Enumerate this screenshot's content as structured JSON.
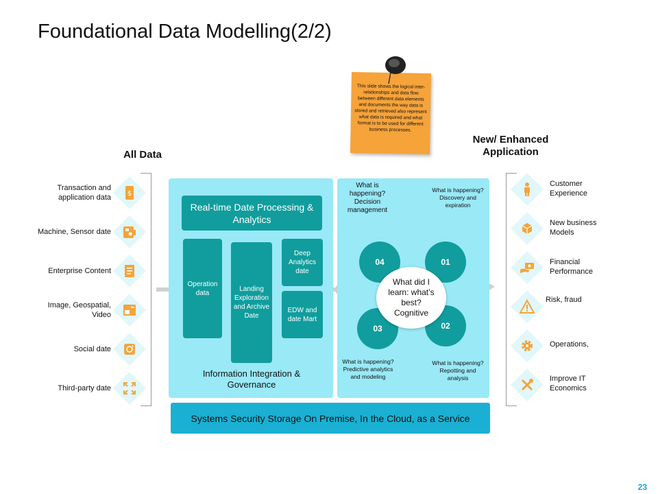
{
  "title": "Foundational Data Modelling(2/2)",
  "page_number": "23",
  "note": "This slide shows the logical inter-relationships and data flow between different data elements and documents the way data is stored and retrieved also represent what data is required and what format is to be used for different business processes.",
  "left": {
    "header": "All Data",
    "items": [
      {
        "label": "Transaction and application data",
        "icon": "dollar-phone-icon"
      },
      {
        "label": "Machine, Sensor date",
        "icon": "machine-icon"
      },
      {
        "label": "Enterprise Content",
        "icon": "document-icon"
      },
      {
        "label": "Image, Geospatial, Video",
        "icon": "image-video-icon"
      },
      {
        "label": "Social date",
        "icon": "social-icon"
      },
      {
        "label": "Third-party date",
        "icon": "expand-arrows-icon"
      }
    ]
  },
  "center": {
    "realtime": "Real-time Date Processing & Analytics",
    "operation": "Operation data",
    "landing": "Landing Exploration and Archive Date",
    "deep": "Deep Analytics date",
    "edw": "EDW and date Mart",
    "integration": "Information Integration & Governance",
    "bottom": "Systems Security Storage On Premise, In the Cloud, as a Service"
  },
  "cycle": {
    "center": "What did I learn: what’s best? Cognitive",
    "n01": "01",
    "n02": "02",
    "n03": "03",
    "n04": "04",
    "q_top_left": "What is happening? Decision management",
    "q_top_right": "What is happening? Discovery and expiration",
    "q_bottom_left": "What is happening? Predictive analytics and modeling",
    "q_bottom_right": "What is happening? Repotting and analysis"
  },
  "right": {
    "header": "New/ Enhanced Application",
    "items": [
      {
        "label": "Customer Experience",
        "icon": "person-icon"
      },
      {
        "label": "New business Models",
        "icon": "cube-network-icon"
      },
      {
        "label": "Financial Performance",
        "icon": "money-hand-icon"
      },
      {
        "label": "Risk, fraud",
        "icon": "warning-icon"
      },
      {
        "label": "Operations,",
        "icon": "gear-icon"
      },
      {
        "label": "Improve IT Economics",
        "icon": "tools-icon"
      }
    ]
  },
  "colors": {
    "teal": "#119d9d",
    "light_cyan": "#99e9f7",
    "bar": "#1ab0d3",
    "orange": "#f6a33a",
    "pale": "#e1f7fb"
  }
}
